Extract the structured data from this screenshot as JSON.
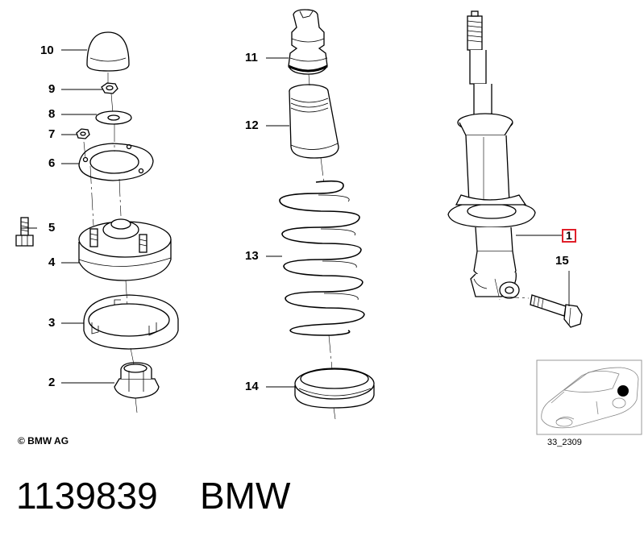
{
  "callouts": {
    "c1": "1",
    "c2": "2",
    "c3": "3",
    "c4": "4",
    "c5": "5",
    "c6": "6",
    "c7": "7",
    "c8": "8",
    "c9": "9",
    "c10": "10",
    "c11": "11",
    "c12": "12",
    "c13": "13",
    "c14": "14",
    "c15": "15"
  },
  "copyright": "© BMW AG",
  "drawing_code": "33_2309",
  "footer": {
    "part_number": "1139839",
    "brand": "BMW"
  },
  "colors": {
    "line": "#000000",
    "highlight_border": "#e0202a",
    "car_thumbnail_border": "#999999"
  }
}
